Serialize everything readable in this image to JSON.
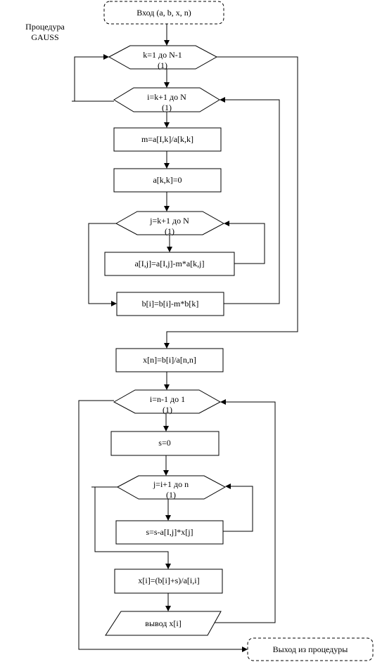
{
  "diagram": {
    "procedure_label": [
      "Процедура",
      "GAUSS"
    ],
    "start": "Вход (a, b, x, n)",
    "loop_k": {
      "label": "k=1 до N-1",
      "count": "(1)"
    },
    "loop_i1": {
      "label": "i=k+1 до N",
      "count": "(1)"
    },
    "m_assign": "m=a[I,k]/a[k,k]",
    "akk_zero": "a[k,k]=0",
    "loop_j1": {
      "label": "j=k+1 до N",
      "count": "(1)"
    },
    "a_update": "a[I,j]=a[I,j]-m*a[k,j]",
    "b_update": "b[i]=b[i]-m*b[k]",
    "xn_assign": "x[n]=b[i]/a[n,n]",
    "loop_i2": {
      "label": "i=n-1 до 1",
      "count": "(1)"
    },
    "s_zero": "s=0",
    "loop_j2": {
      "label": "j=i+1 до n",
      "count": "(1)"
    },
    "s_update": "s=s-a[I,j]*x[j]",
    "xi_assign": "x[i]=(b[i]+s)/a[i,i]",
    "output": "вывод x[i]",
    "exit": "Выход из процедуры"
  }
}
